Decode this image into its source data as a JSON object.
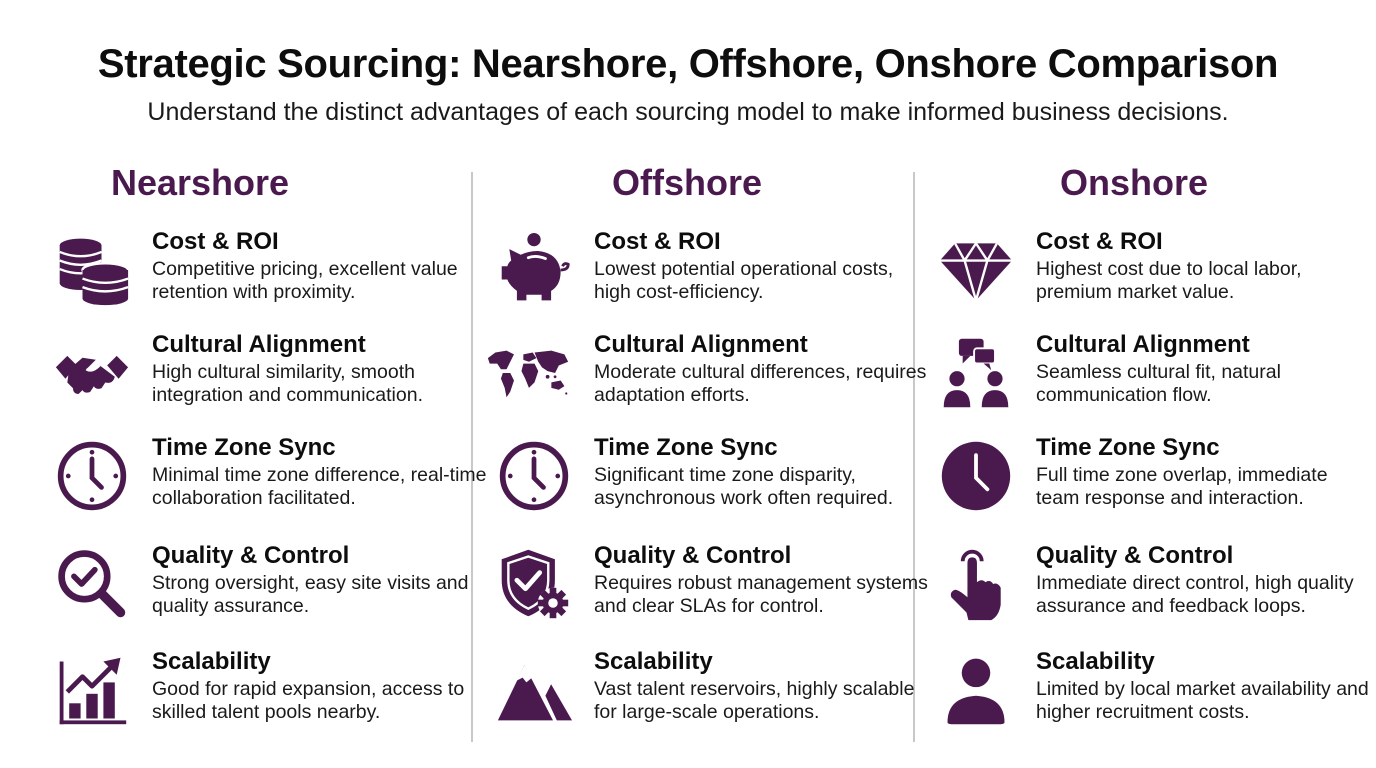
{
  "header": {
    "title": "Strategic Sourcing: Nearshore, Offshore, Onshore Comparison",
    "subtitle": "Understand the distinct advantages of each sourcing model to make informed business decisions."
  },
  "colors": {
    "accent": "#4a1a4f",
    "text": "#0d0d0d",
    "divider": "#c8c8c8",
    "background": "#ffffff"
  },
  "columns": [
    {
      "heading": "Nearshore",
      "items": [
        {
          "icon": "coins-stack-icon",
          "title": "Cost & ROI",
          "desc": "Competitive pricing, excellent value retention with proximity."
        },
        {
          "icon": "handshake-icon",
          "title": "Cultural Alignment",
          "desc": "High cultural similarity, smooth integration and communication."
        },
        {
          "icon": "clock-outline-icon",
          "title": "Time Zone Sync",
          "desc": "Minimal time zone difference, real-time collaboration facilitated."
        },
        {
          "icon": "magnifier-check-icon",
          "title": "Quality & Control",
          "desc": "Strong oversight, easy site visits and quality assurance."
        },
        {
          "icon": "growth-chart-icon",
          "title": "Scalability",
          "desc": "Good for rapid expansion, access to skilled talent pools nearby."
        }
      ]
    },
    {
      "heading": "Offshore",
      "items": [
        {
          "icon": "piggy-bank-icon",
          "title": "Cost & ROI",
          "desc": "Lowest potential operational costs, high cost-efficiency."
        },
        {
          "icon": "world-map-icon",
          "title": "Cultural Alignment",
          "desc": "Moderate cultural differences, requires adaptation efforts."
        },
        {
          "icon": "clock-outline-icon",
          "title": "Time Zone Sync",
          "desc": "Significant time zone disparity, asynchronous work often required."
        },
        {
          "icon": "shield-gear-icon",
          "title": "Quality & Control",
          "desc": "Requires robust management systems and clear SLAs for control."
        },
        {
          "icon": "mountain-icon",
          "title": "Scalability",
          "desc": "Vast talent reservoirs, highly scalable for large-scale operations."
        }
      ]
    },
    {
      "heading": "Onshore",
      "items": [
        {
          "icon": "diamond-icon",
          "title": "Cost & ROI",
          "desc": "Highest cost due to local labor, premium market value."
        },
        {
          "icon": "people-chat-icon",
          "title": "Cultural Alignment",
          "desc": "Seamless cultural fit, natural communication flow."
        },
        {
          "icon": "clock-solid-icon",
          "title": "Time Zone Sync",
          "desc": "Full time zone overlap, immediate team response and interaction."
        },
        {
          "icon": "hand-pointer-icon",
          "title": "Quality & Control",
          "desc": "Immediate direct control, high quality assurance and feedback loops."
        },
        {
          "icon": "person-icon",
          "title": "Scalability",
          "desc": "Limited by local market availability and higher recruitment costs."
        }
      ]
    }
  ]
}
